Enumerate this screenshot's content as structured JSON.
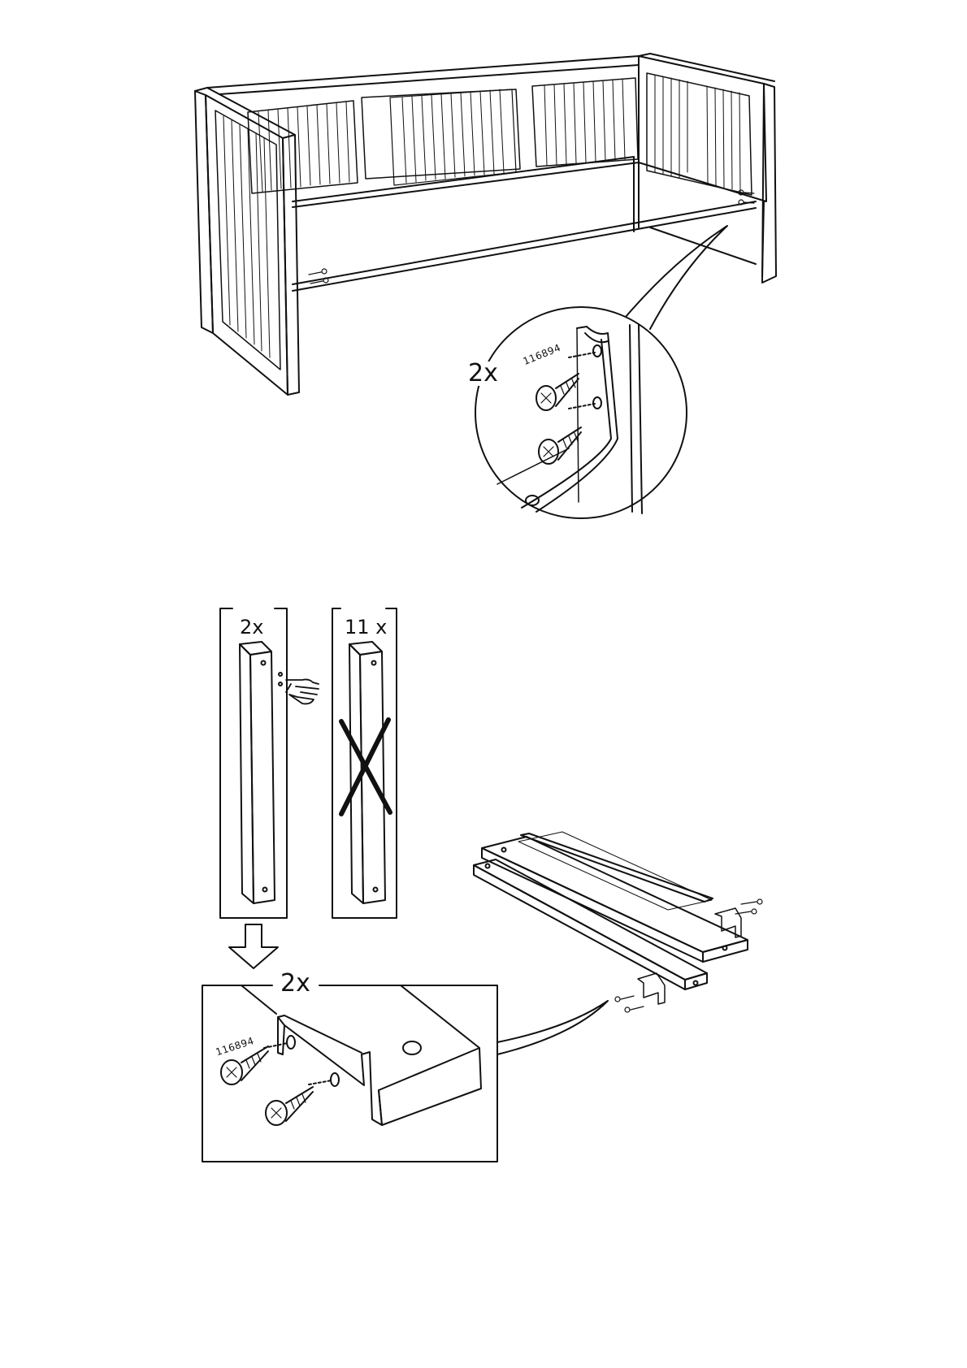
{
  "step_top": {
    "quantity": "2x",
    "screw_code": "116894"
  },
  "step_bottom": {
    "panel_left_quantity": "2x",
    "panel_right_quantity": "11 x",
    "detail_quantity": "2x",
    "screw_code": "116894"
  },
  "icons": [
    "pointing-hand-icon",
    "wrong-cross-icon",
    "down-arrow-icon",
    "screw-icon"
  ]
}
